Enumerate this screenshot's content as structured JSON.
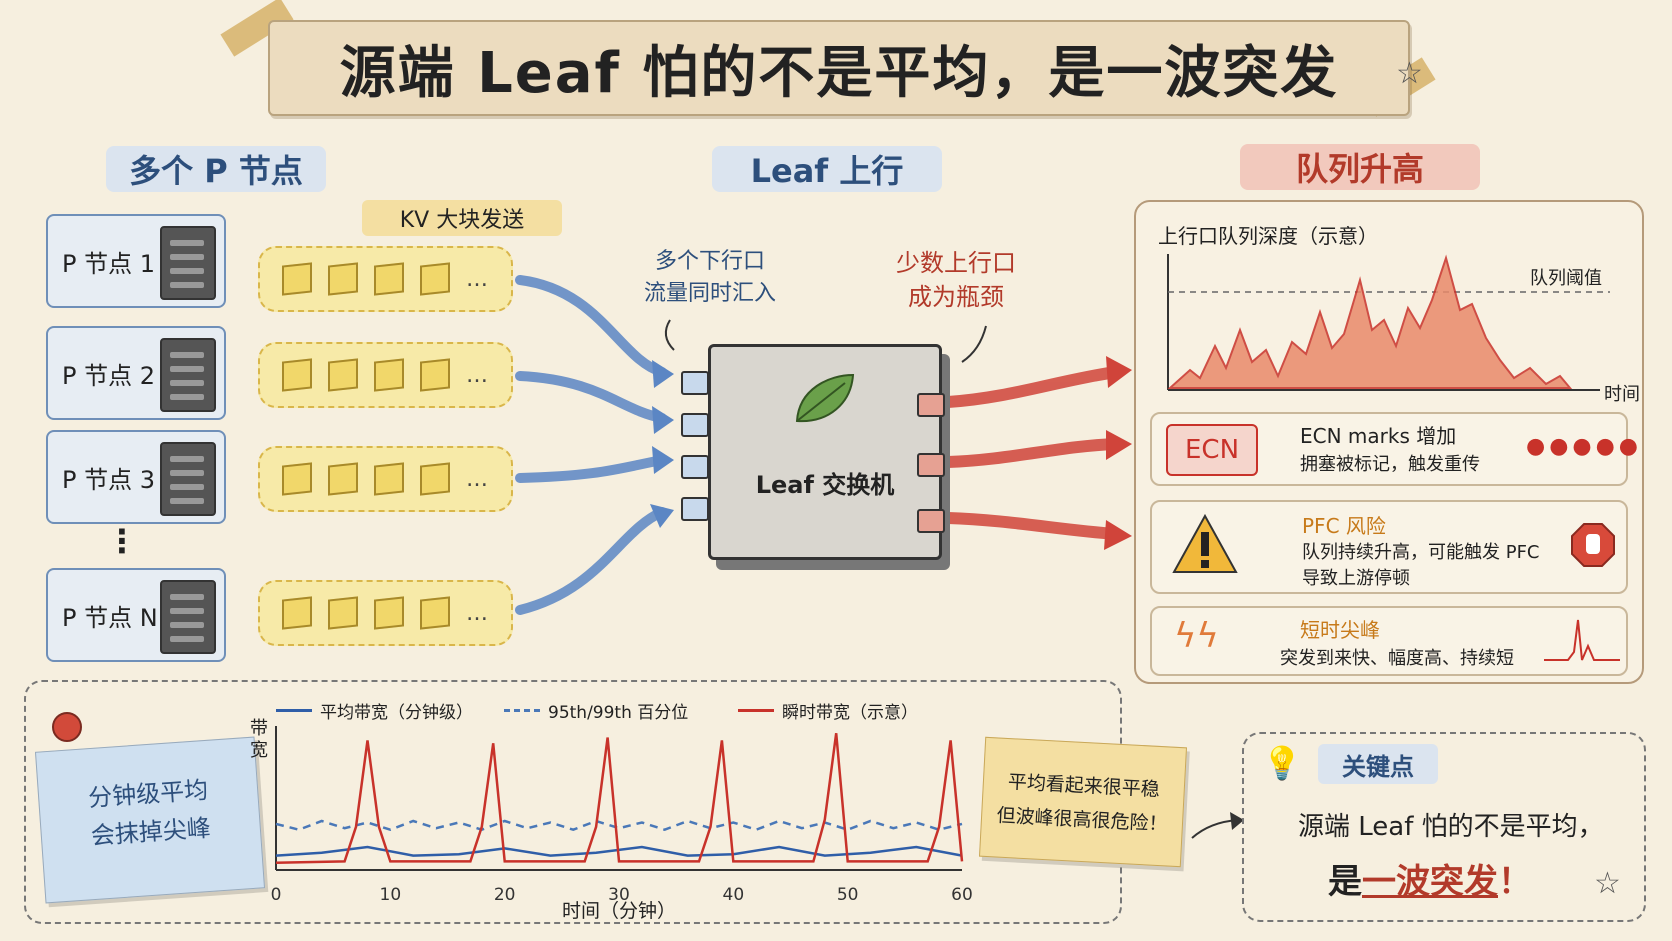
{
  "title": "源端 Leaf 怕的不是平均，是一波突发",
  "sections": {
    "left": "多个 P 节点",
    "middle": "Leaf 上行",
    "right": "队列升高"
  },
  "kv_label": "KV 大块发送",
  "nodes": [
    {
      "label": "P 节点 1"
    },
    {
      "label": "P 节点 2"
    },
    {
      "label": "P 节点 3"
    },
    {
      "label": "P 节点 N"
    }
  ],
  "node_ellipsis": "⋮",
  "kv_dots": "…",
  "downlink_note": {
    "line1": "多个下行口",
    "line2": "流量同时汇入"
  },
  "uplink_note": {
    "line1": "少数上行口",
    "line2": "成为瓶颈"
  },
  "switch_label": "Leaf 交换机",
  "queue_chart": {
    "title": "上行口队列深度（示意）",
    "threshold_label": "队列阈值",
    "x_label": "时间"
  },
  "ecn": {
    "badge": "ECN",
    "title": "ECN marks 增加",
    "desc": "拥塞被标记，触发重传"
  },
  "pfc": {
    "title": "PFC 风险",
    "desc1": "队列持续升高，可能触发 PFC",
    "desc2": "导致上游停顿"
  },
  "spike": {
    "title": "短时尖峰",
    "desc": "突发到来快、幅度高、持续短"
  },
  "sticky_note": {
    "line1": "分钟级平均",
    "line2": "会抹掉尖峰"
  },
  "chart_data": {
    "type": "line",
    "ylabel": "带宽",
    "xlabel": "时间（分钟）",
    "xlim": [
      0,
      60
    ],
    "x_ticks": [
      "0",
      "10",
      "20",
      "30",
      "40",
      "50",
      "60"
    ],
    "series": [
      {
        "name": "平均带宽（分钟级）",
        "color": "#2f5ea8",
        "style": "solid",
        "x": [
          0,
          4,
          8,
          12,
          16,
          20,
          24,
          28,
          32,
          36,
          40,
          44,
          48,
          52,
          56,
          60
        ],
        "y": [
          0.1,
          0.12,
          0.16,
          0.1,
          0.11,
          0.15,
          0.1,
          0.12,
          0.16,
          0.1,
          0.11,
          0.16,
          0.1,
          0.12,
          0.16,
          0.1
        ]
      },
      {
        "name": "95th/99th 百分位",
        "color": "#4a78b8",
        "style": "dashed",
        "x": [
          0,
          2,
          4,
          6,
          8,
          10,
          12,
          14,
          16,
          18,
          20,
          22,
          24,
          26,
          28,
          30,
          32,
          34,
          36,
          38,
          40,
          42,
          44,
          46,
          48,
          50,
          52,
          54,
          56,
          58,
          60
        ],
        "y": [
          0.32,
          0.28,
          0.34,
          0.29,
          0.33,
          0.28,
          0.34,
          0.29,
          0.33,
          0.28,
          0.34,
          0.29,
          0.33,
          0.28,
          0.34,
          0.29,
          0.33,
          0.28,
          0.34,
          0.29,
          0.33,
          0.28,
          0.34,
          0.29,
          0.33,
          0.28,
          0.34,
          0.29,
          0.33,
          0.28,
          0.32
        ]
      },
      {
        "name": "瞬时带宽（示意）",
        "color": "#c8322a",
        "style": "solid",
        "x": [
          0,
          6,
          7,
          8,
          9,
          10,
          17,
          18,
          19,
          20,
          27,
          28,
          29,
          30,
          37,
          38,
          39,
          40,
          47,
          48,
          49,
          50,
          57,
          58,
          59,
          60
        ],
        "y": [
          0.05,
          0.06,
          0.3,
          0.9,
          0.3,
          0.06,
          0.06,
          0.3,
          0.88,
          0.06,
          0.06,
          0.3,
          0.92,
          0.06,
          0.06,
          0.3,
          0.9,
          0.06,
          0.06,
          0.35,
          0.95,
          0.06,
          0.06,
          0.3,
          0.9,
          0.06
        ]
      }
    ],
    "legend_position": "top",
    "grid": false
  },
  "yellow_note": {
    "line1": "平均看起来很平稳",
    "line2": "但波峰很高很危险！"
  },
  "key_points": {
    "label": "关键点",
    "line1": "源端 Leaf 怕的不是平均，",
    "line2_a": "是",
    "line2_b": "一波突发",
    "line2_c": "！"
  },
  "colors": {
    "blue": "#2d4f7c",
    "red": "#b23a2a",
    "paper": "#f6efdf"
  }
}
